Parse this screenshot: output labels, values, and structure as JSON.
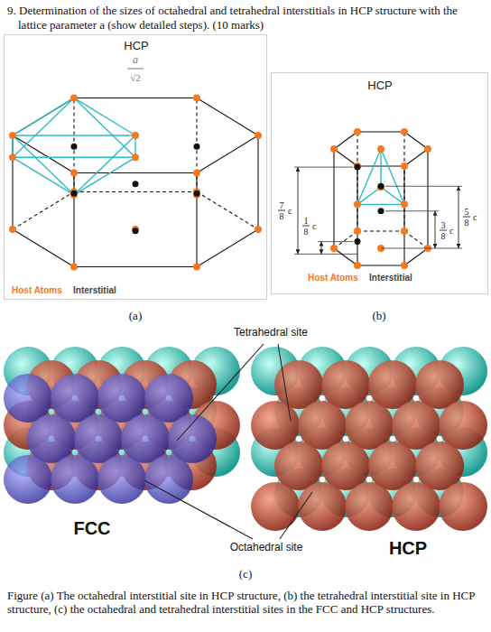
{
  "diagram": {
    "title": "9. Determination of the sizes of octahedral and tetrahedral interstitials in HCP structure with the lattice parameter a (show detailed steps). (10 marks)",
    "caption": "Figure (a) The octahedral interstitial site in HCP structure, (b) the tetrahedral interstitial site in HCP structure, (c) the octahedral and tetrahedral interstitial sites in the FCC and HCP structures.",
    "nodes": [
      {
        "text": [
          "HCP",
          "Host Atoms",
          "Interstitial"
        ]
      },
      {
        "text": [
          "HCP",
          "Host Atoms",
          "Interstitial"
        ]
      }
    ],
    "labels": [
      "a",
      "√2",
      "7",
      "8",
      "c",
      "1",
      "8",
      "c",
      "5",
      "8",
      "c",
      "3",
      "8",
      "c",
      "(a)",
      "(b)",
      "Tetrahedral site",
      "FCC",
      "Octahedral site",
      "HCP",
      "(c)"
    ]
  }
}
